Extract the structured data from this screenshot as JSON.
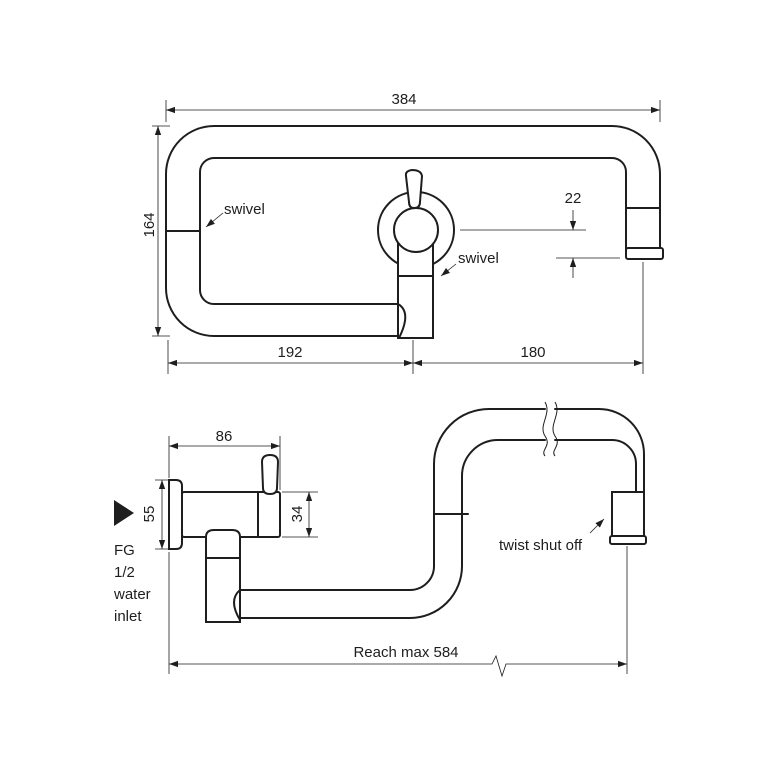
{
  "top_view": {
    "dim_overall_width": "384",
    "dim_overall_depth": "164",
    "dim_left_reach": "192",
    "dim_right_reach": "180",
    "dim_offset": "22",
    "label_swivel_left": "swivel",
    "label_swivel_center": "swivel"
  },
  "side_view": {
    "dim_body_length": "86",
    "dim_flange_height": "55",
    "dim_body_height": "34",
    "label_reach": "Reach max 584",
    "label_twist": "twist shut off",
    "inlet_lines": [
      "FG",
      "1/2",
      "water",
      "inlet"
    ]
  }
}
